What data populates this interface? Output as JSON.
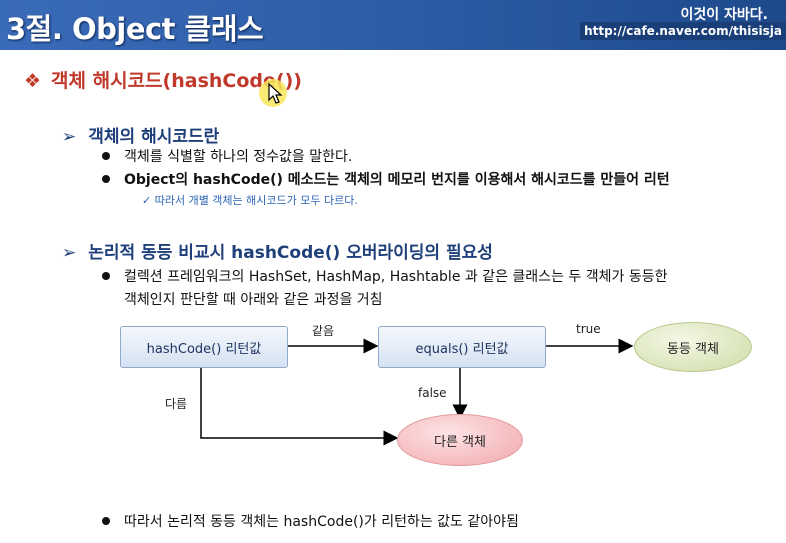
{
  "header": {
    "title": "3절. Object 클래스",
    "brand": "이것이 자바다.",
    "url": "http://cafe.naver.com/thisisja"
  },
  "section": {
    "bullet_glyph": "❖",
    "title": "객체 해시코드(hashCode())"
  },
  "sub1": {
    "arrow_glyph": "➢",
    "title": "객체의 해시코드란",
    "bullets": [
      "객체를  식별할 하나의 정수값을 말한다.",
      "Object의 hashCode() 메소드는 객체의 메모리 번지를 이용해서 해시코드를 만들어 리턴"
    ],
    "note": "✓ 따라서 개별 객체는 해시코드가  모두 다르다."
  },
  "sub2": {
    "arrow_glyph": "➢",
    "title": "논리적 동등 비교시 hashCode() 오버라이딩의 필요성",
    "bullet_line1": "컬렉션 프레임워크의  HashSet, HashMap, Hashtable 과 같은 클래스는 두 객체가 동등한",
    "bullet_line2": "객체인지 판단할 때 아래와 같은 과정을 거침"
  },
  "diagram": {
    "box1": "hashCode()  리턴값",
    "box2": "equals()  리턴값",
    "ellipse_equal": "동등  객체",
    "ellipse_diff": "다른  객체",
    "label_same": "같음",
    "label_true": "true",
    "label_false": "false",
    "label_diff": "다름",
    "colors": {
      "equal": "#d6e2b4",
      "diff": "#f4b3b5",
      "box": "#dce7f4"
    }
  },
  "footer_bullet": "따라서 논리적 동등 객체는 hashCode()가 리턴하는 값도 같아야됨"
}
